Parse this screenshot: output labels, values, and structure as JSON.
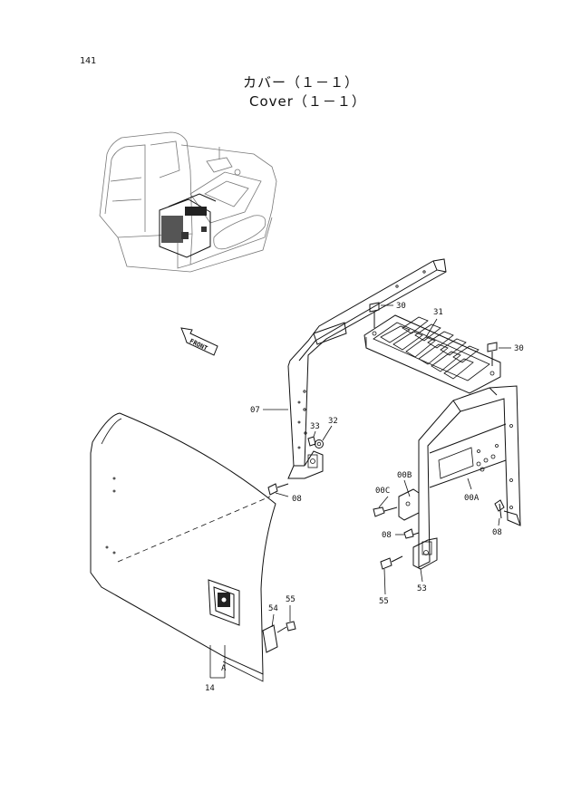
{
  "page_number": "141",
  "title_jp": "カバー（１－１）",
  "title_en": "Cover（１－１）",
  "front_label": "FRONT",
  "callouts": {
    "c30a": "30",
    "c30b": "30",
    "c31": "31",
    "c07": "07",
    "c33": "33",
    "c32": "32",
    "c08a": "08",
    "c00B": "00B",
    "c00C": "00C",
    "c00A": "00A",
    "c08b": "08",
    "c08c": "08",
    "c53": "53",
    "c55a": "55",
    "c54": "54",
    "c55b": "55",
    "cA": "A",
    "c14": "14"
  }
}
